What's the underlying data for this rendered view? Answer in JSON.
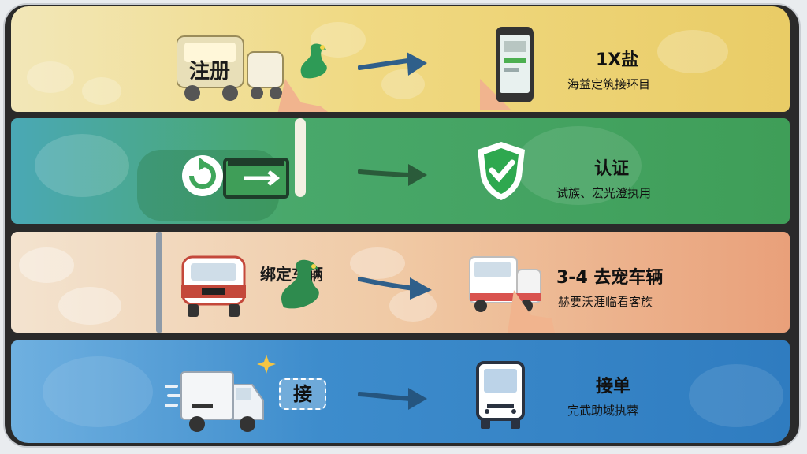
{
  "steps": [
    {
      "label": "注册",
      "title": "1Ⅹ盐",
      "subtitle": "海益定筑接环目",
      "accent": "#e9cc66"
    },
    {
      "label": "",
      "title": "认证",
      "subtitle": "试族、宏光澄执用",
      "accent": "#3f9e58"
    },
    {
      "label": "绑定车辆",
      "title": "3-4 去宠车辆",
      "subtitle": "赫要沃涯临看客族",
      "accent": "#e9a07a"
    },
    {
      "label": "接",
      "title": "接单",
      "subtitle": "完武助域执蓉",
      "accent": "#2f7cc0"
    }
  ],
  "icons": {
    "step1_left": "van-icon",
    "step1_right": "smartphone-icon",
    "step2_left": "refresh-toggle-icon",
    "step2_right": "shield-check-icon",
    "step3_left": "car-icon",
    "step3_right": "van-icon",
    "step4_left": "truck-icon",
    "step4_right": "bus-icon",
    "arrow": "arrow-right-icon"
  },
  "colors": {
    "arrow": "#2f5f8a",
    "shield_green": "#2ea84f",
    "phone_bezel": "#2a2a2a"
  }
}
